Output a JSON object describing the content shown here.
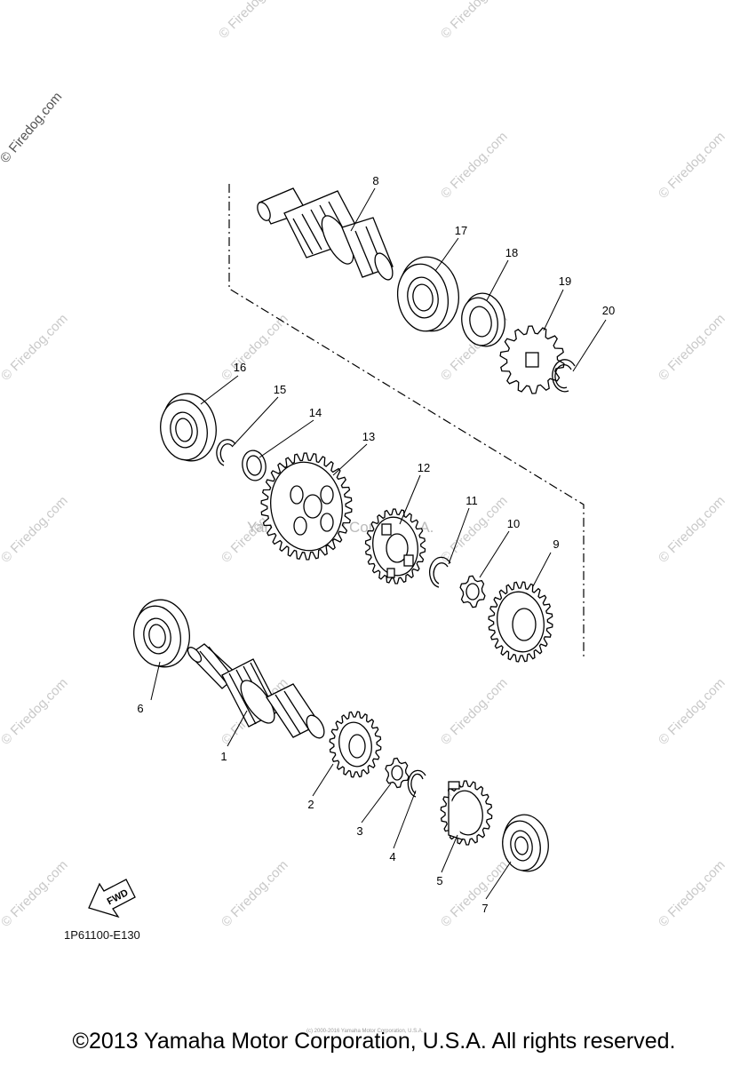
{
  "watermark": {
    "site": "© Firedog.com"
  },
  "center_watermark": "Yamaha Motor Corp, U.S.A.",
  "figure_code": "1P61100-E130",
  "fwd_label": "FWD",
  "copyright": "©2013 Yamaha Motor Corporation, U.S.A. All rights reserved.",
  "tiny_copyright": "(c) 2000-2016 Yamaha Motor Corporation, U.S.A.",
  "callouts": [
    "1",
    "2",
    "3",
    "4",
    "5",
    "6",
    "7",
    "8",
    "9",
    "10",
    "11",
    "12",
    "13",
    "14",
    "15",
    "16",
    "17",
    "18",
    "19",
    "20"
  ]
}
